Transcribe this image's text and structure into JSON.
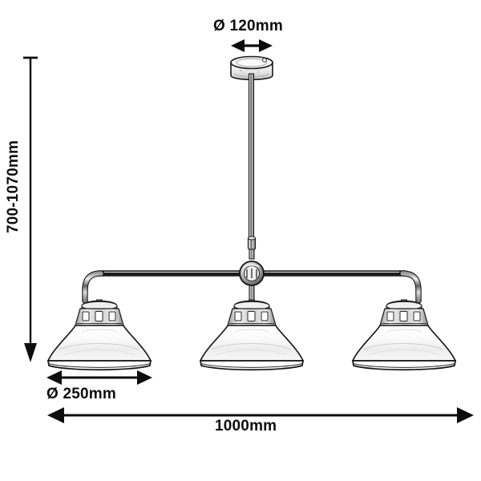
{
  "drawing": {
    "title": "Pendant light technical dimension drawing",
    "background_color": "#ffffff",
    "line_color": "#1a1a1a",
    "text_color": "#0d0d0d",
    "units": "mm"
  },
  "dimensions": {
    "canopy_diameter": {
      "label": "Ø 120mm",
      "value": 120,
      "unit": "mm",
      "symbol": "Ø",
      "orientation": "horizontal",
      "measures": "ceiling-canopy-diameter"
    },
    "drop_height": {
      "label": "700-1070mm",
      "min": 700,
      "max": 1070,
      "unit": "mm",
      "orientation": "vertical",
      "measures": "total-suspension-height"
    },
    "shade_diameter": {
      "label": "Ø 250mm",
      "value": 250,
      "unit": "mm",
      "symbol": "Ø",
      "orientation": "horizontal",
      "measures": "lamp-shade-diameter"
    },
    "overall_width": {
      "label": "1000mm",
      "value": 1000,
      "unit": "mm",
      "orientation": "horizontal",
      "measures": "overall-fixture-width"
    }
  },
  "fixture": {
    "type": "3-light linear pendant",
    "shade_count": 3,
    "shade_style": "dome",
    "parts": [
      "ceiling-canopy",
      "suspension-rod",
      "hub-node",
      "horizontal-bar",
      "curved-arm-left",
      "curved-arm-right",
      "shade-left",
      "shade-center",
      "shade-right"
    ]
  }
}
